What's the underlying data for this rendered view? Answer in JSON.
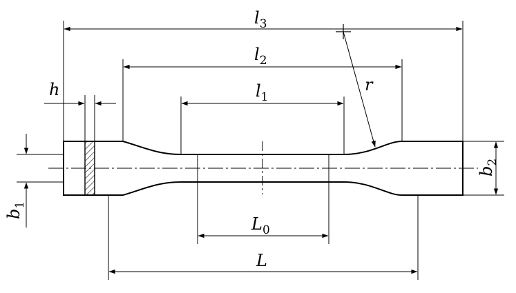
{
  "labels": {
    "l3": {
      "main": "l",
      "sub": "3"
    },
    "l2": {
      "main": "l",
      "sub": "2"
    },
    "l1": {
      "main": "l",
      "sub": "1"
    },
    "r": {
      "main": "r"
    },
    "h": {
      "main": "h"
    },
    "b1": {
      "main": "b",
      "sub": "1"
    },
    "b2": {
      "main": "b",
      "sub": "2"
    },
    "L0": {
      "main": "L",
      "sub": "0"
    },
    "L": {
      "main": "L"
    }
  },
  "colors": {
    "line": "#000000",
    "background": "#ffffff"
  }
}
